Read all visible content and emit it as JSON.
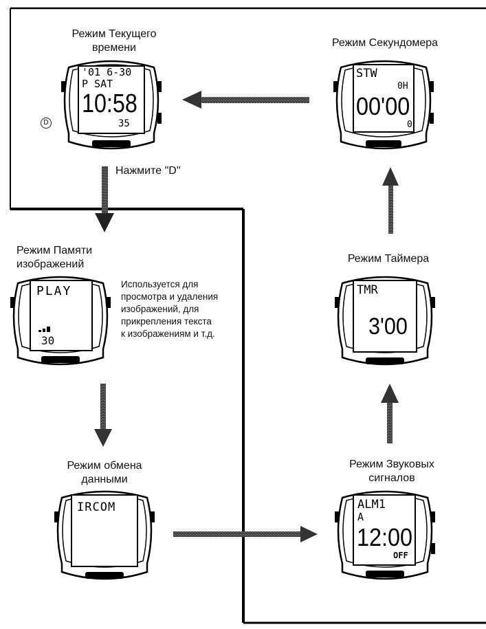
{
  "labels": {
    "current_time": "Режим Текущего\nвремени",
    "stopwatch": "Режим Секундомера",
    "press_d": "Нажмите \"D\"",
    "image_memory": "Режим Памяти\nизображений",
    "image_memory_desc": "Используется для\nпросмотра и удаления\nизображений, для\nприкрепления текста\nк изображениям и т.д.",
    "timer": "Режим Таймера",
    "data_exchange": "Режим обмена\nданными",
    "alarm": "Режим Звуковых\nсигналов"
  },
  "screens": {
    "current_time": {
      "line1": "'01  6-30",
      "line2": "P   SAT",
      "time": "10:58",
      "seconds": "35",
      "button": "D"
    },
    "stopwatch": {
      "top": "STW",
      "hours": "0H",
      "time": "00'00",
      "small": "0"
    },
    "image_memory": {
      "top": "PLAY",
      "count": "30"
    },
    "timer": {
      "top": "TMR",
      "time": "3'00"
    },
    "data_exchange": {
      "top": "IRCOM"
    },
    "alarm": {
      "top": "ALM1",
      "sub": "A",
      "time": "12:00",
      "status": "OFF"
    }
  }
}
